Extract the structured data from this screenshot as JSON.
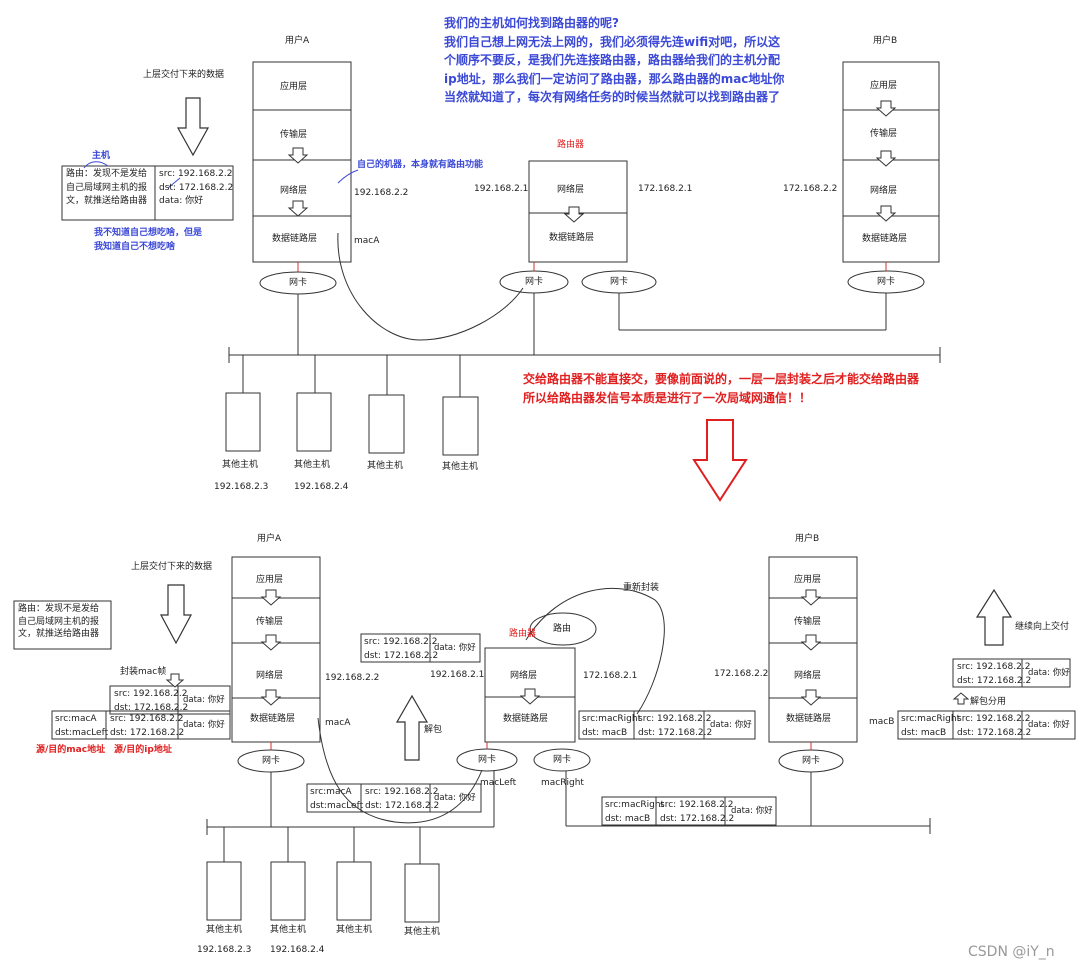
{
  "labels": {
    "user_a": "用户A",
    "user_b": "用户B",
    "router": "路由器",
    "app_layer": "应用层",
    "transport_layer": "传输层",
    "network_layer": "网络层",
    "datalink_layer": "数据链路层",
    "nic": "网卡",
    "other_host": "其他主机",
    "upper_data": "上层交付下来的数据",
    "host_tag": "主机",
    "own_router": "自己的机器，本身就有路由功能",
    "dont_know": "我不知道自己想吃啥，但是",
    "know_not": "我知道自己不想吃啥",
    "rewrap": "重新封装",
    "route": "路由",
    "unpack": "解包",
    "encap_mac": "封装mac帧",
    "demux": "解包分用",
    "deliver_up": "继续向上交付",
    "mac_addr_label": "源/目的mac地址",
    "ip_addr_label": "源/目的ip地址",
    "watermark": "CSDN @iY_n"
  },
  "heading": [
    "我们的主机如何找到路由器的呢?",
    "我们自己想上网无法上网的，我们必须得先连wifi对吧，所以这",
    "个顺序不要反，是我们先连接路由器，路由器给我们的主机分配",
    "ip地址，那么我们一定访问了路由器，那么路由器的mac地址你",
    "当然就知道了，每次有网络任务的时候当然就可以找到路由器了"
  ],
  "warning": [
    "交给路由器不能直接交，要像前面说的，一层一层封装之后才能交给路由器",
    "所以给路由器发信号本质是进行了一次局域网通信！！"
  ],
  "routing_note": [
    "路由：发现不是发给",
    "自己局域网主机的报",
    "文，就推送给路由器"
  ],
  "addresses": {
    "a_ip": "192.168.2.2",
    "r_left_ip": "192.168.2.1",
    "r_right_ip": "172.168.2.1",
    "b_ip": "172.168.2.2",
    "host3_ip": "192.168.2.3",
    "host4_ip": "192.168.2.4",
    "mac_a": "macA",
    "mac_b": "macB",
    "mac_left": "macLeft",
    "mac_right": "macRight"
  },
  "packet": {
    "src": "src: 192.168.2.2",
    "dst": "dst: 172.168.2.2",
    "data": "data: 你好",
    "src_mac_a": "src:macA",
    "dst_mac_left": "dst:macLeft",
    "src_mac_right": "src:macRight",
    "dst_mac_b": "dst: macB"
  },
  "colors": {
    "blue": "#3b49d6",
    "red": "#e02020",
    "stem": "#d03030"
  }
}
